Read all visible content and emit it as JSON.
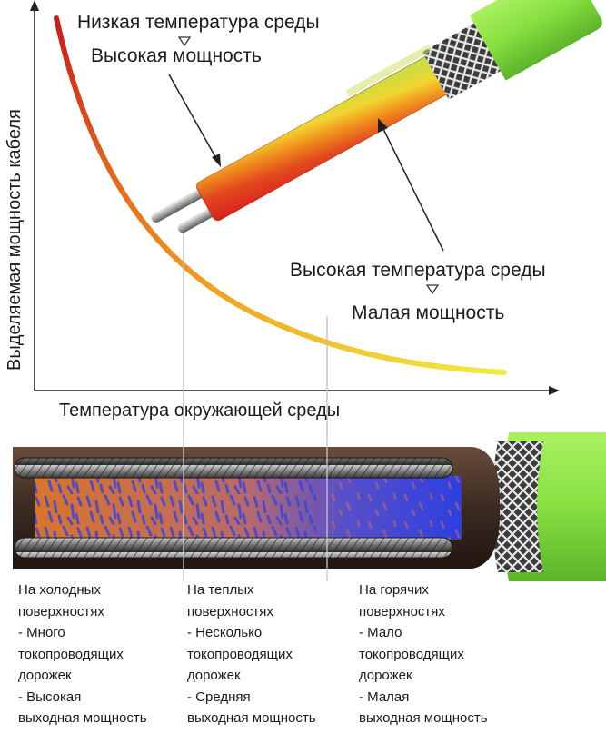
{
  "chart": {
    "y_axis_label": "Выделяемая мощность кабеля",
    "x_axis_label": "Температура окружающей среды",
    "curve_colors": [
      "#cc1a1a",
      "#e0601a",
      "#f0b020",
      "#eded40"
    ]
  },
  "annotations": {
    "low_temp": "Низкая температура среды",
    "high_power": "Высокая мощность",
    "high_temp": "Высокая температура среды",
    "low_power": "Малая мощность"
  },
  "cable": {
    "jacket_color": "#86e040",
    "braid_color": "#555555",
    "core_colors": {
      "hot": "#d81e1e",
      "warm": "#ee7a1c",
      "cool": "#f2e03a"
    },
    "cutaway": {
      "cold_color": "#d9742a",
      "hot_color": "#2d3fe0",
      "sheath_color": "#3a2a22"
    }
  },
  "columns": [
    {
      "lines": [
        "На холодных",
        "поверхностях",
        "- Много",
        "токопроводящих",
        "дорожек",
        "- Высокая",
        "выходная мощность"
      ]
    },
    {
      "lines": [
        "На теплых",
        "поверхностях",
        "- Несколько",
        "токопроводящих",
        "дорожек",
        "- Средняя",
        "выходная мощность"
      ]
    },
    {
      "lines": [
        "На горячих",
        "поверхностях",
        "- Мало",
        "токопроводящих",
        "дорожек",
        "- Малая",
        "выходная мощность"
      ]
    }
  ]
}
